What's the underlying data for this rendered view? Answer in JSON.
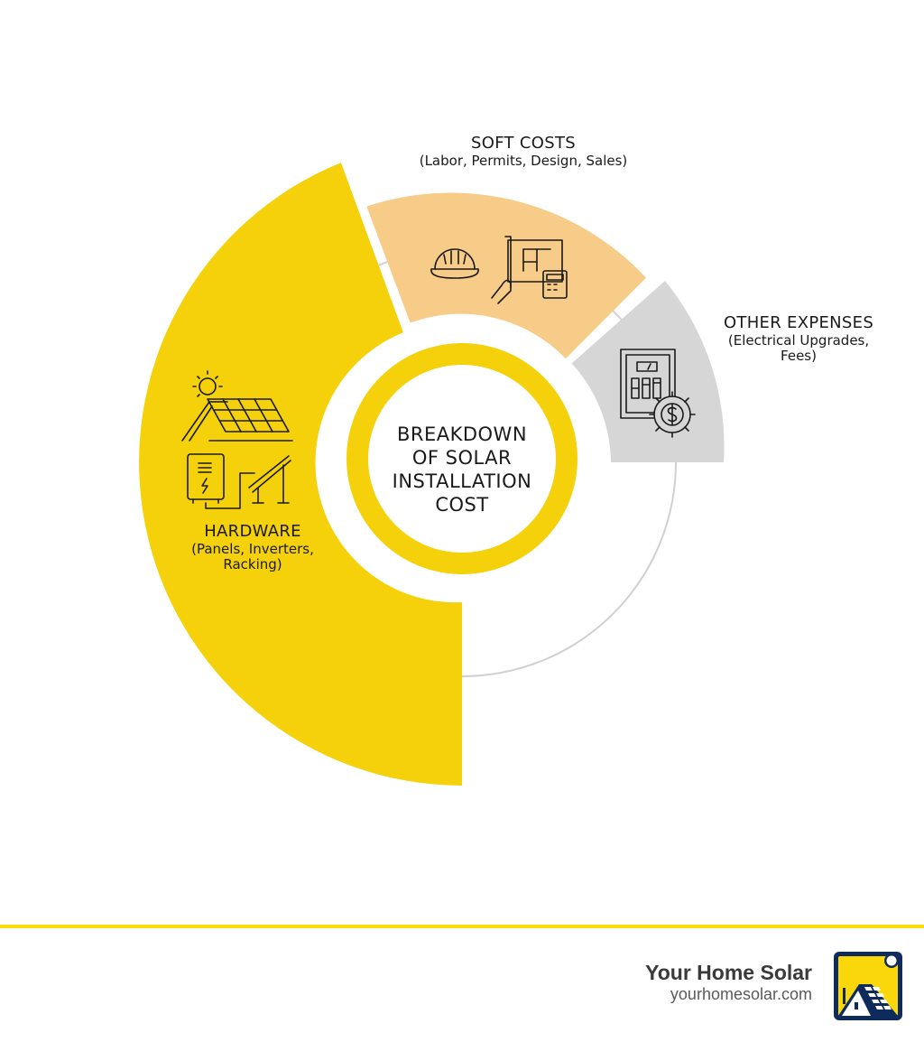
{
  "chart_data": {
    "type": "pie",
    "subtype": "radial segmented ring (infographic)",
    "title": "BREAKDOWN OF SOLAR INSTALLATION COST",
    "segments": [
      {
        "name": "HARDWARE",
        "detail": "(Panels, Inverters, Racking)",
        "color": "#F4D10B",
        "approx_share_deg": 158
      },
      {
        "name": "SOFT COSTS",
        "detail": "(Labor, Permits, Design, Sales)",
        "color": "#F7CB88",
        "approx_share_deg": 62
      },
      {
        "name": "OTHER EXPENSES",
        "detail": "(Electrical Upgrades, Fees)",
        "color": "#D6D6D6",
        "approx_share_deg": 38
      }
    ],
    "values_labeled": false,
    "legend": "none (direct labels)"
  },
  "center": {
    "lines": [
      "BREAKDOWN",
      "OF SOLAR",
      "INSTALLATION",
      "COST"
    ]
  },
  "segments": {
    "hardware": {
      "title": "HARDWARE",
      "sub1": "(Panels, Inverters,",
      "sub2": "Racking)",
      "icon": "solar-roof-inverter-racking-icon"
    },
    "soft": {
      "title": "SOFT COSTS",
      "sub1": "(Labor, Permits, Design, Sales)",
      "icon": "hardhat-blueprint-calculator-icon"
    },
    "other": {
      "title": "OTHER EXPENSES",
      "sub1": "(Electrical Upgrades,",
      "sub2": "Fees)",
      "icon": "electrical-panel-dollar-gear-icon"
    }
  },
  "colors": {
    "hardware": "#F4D10B",
    "soft": "#F7CB88",
    "other": "#D6D6D6",
    "ring_guide": "#D0D0D0",
    "accent_rule": "#F9DC0A",
    "logo_navy": "#0F2B5B"
  },
  "footer": {
    "brand_name": "Your Home Solar",
    "brand_url": "yourhomesolar.com"
  }
}
